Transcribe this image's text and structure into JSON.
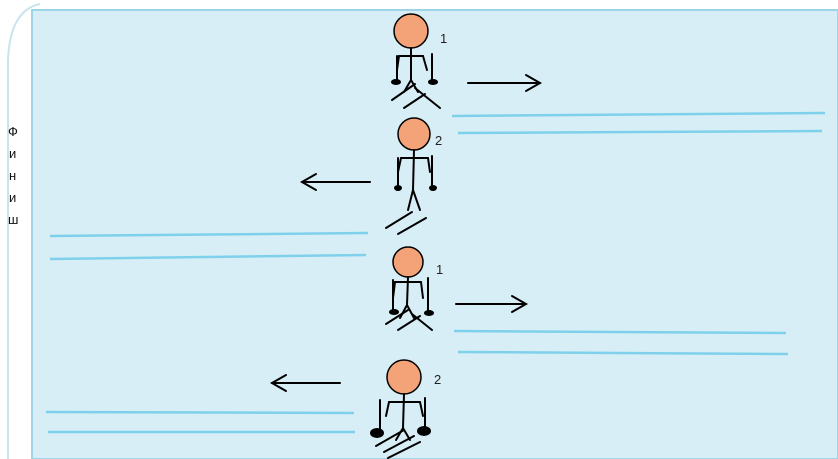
{
  "finish_label": [
    "Ф",
    "и",
    "н",
    "и",
    "ш"
  ],
  "skiers": [
    {
      "number": "1",
      "direction": "right"
    },
    {
      "number": "2",
      "direction": "left"
    },
    {
      "number": "1",
      "direction": "right"
    },
    {
      "number": "2",
      "direction": "left"
    }
  ],
  "colors": {
    "field": "#d8eef6",
    "field_border": "#8fcbe0",
    "track": "#7fd0ea",
    "head": "#f4a278",
    "ink": "#000000"
  }
}
